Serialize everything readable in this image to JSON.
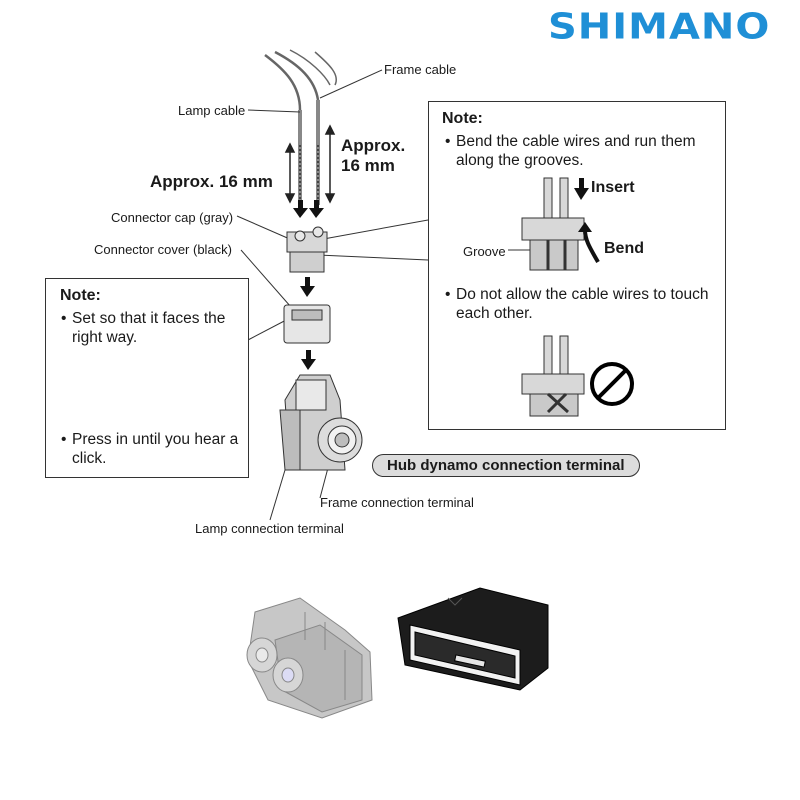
{
  "brand": {
    "name": "SHIMANO",
    "color": "#1f8fd6"
  },
  "labels": {
    "frame_cable": "Frame cable",
    "lamp_cable": "Lamp cable",
    "approx_left": "Approx. 16 mm",
    "approx_right_1": "Approx.",
    "approx_right_2": "16 mm",
    "connector_cap": "Connector cap (gray)",
    "connector_cover": "Connector cover (black)",
    "frame_terminal": "Frame connection terminal",
    "lamp_terminal": "Lamp connection terminal",
    "hub_terminal": "Hub dynamo connection terminal"
  },
  "left_note": {
    "title": "Note:",
    "bullet1": "Set so that it faces the right way.",
    "bullet2": "Press in until you hear a click."
  },
  "right_note": {
    "title": "Note:",
    "bullet1": "Bend the cable wires and run them along the grooves.",
    "insert": "Insert",
    "bend": "Bend",
    "groove": "Groove",
    "bullet2": "Do not allow the cable wires to touch each other."
  },
  "icons": [
    "prohibited-icon",
    "arrow-down-icon",
    "curved-arrow-icon"
  ],
  "colors": {
    "gray_part": "#b9b9b9",
    "black_part": "#1c1c1c"
  }
}
